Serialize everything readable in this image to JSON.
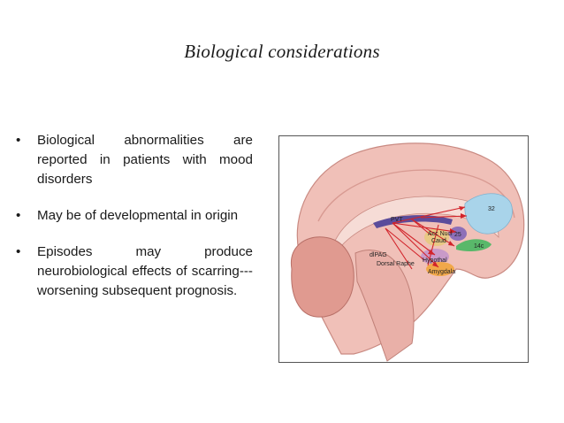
{
  "title": "Biological considerations",
  "bullets": [
    "Biological abnormalities are reported in patients with mood disorders",
    "May be of developmental in origin",
    "Episodes may produce neurobiological effects of scarring---worsening subsequent prognosis."
  ],
  "figure": {
    "labels": {
      "pvt": "PVT",
      "area32": "32",
      "area25": "25",
      "area14c": "14c",
      "acc_nucl": "Acc Nucl",
      "caud": "Caud",
      "dlpag": "dlPAG",
      "dorsal_raphe": "Dorsal Raphe",
      "hypothal": "Hypothal",
      "amygdala": "Amygdala"
    },
    "colors": {
      "cortex": "#f0c0b8",
      "cortex_outline": "#c98a82",
      "brainstem": "#e9b0a8",
      "cerebellum": "#e09a90",
      "area32": "#a9d4ea",
      "area25": "#8d6fb8",
      "area14c": "#59b86a",
      "amygdala": "#f1a84a",
      "hypothal": "#c99ac8",
      "acc": "#e6c97a",
      "thalamus": "#5b4c9b",
      "arrows": "#d2232a"
    }
  }
}
